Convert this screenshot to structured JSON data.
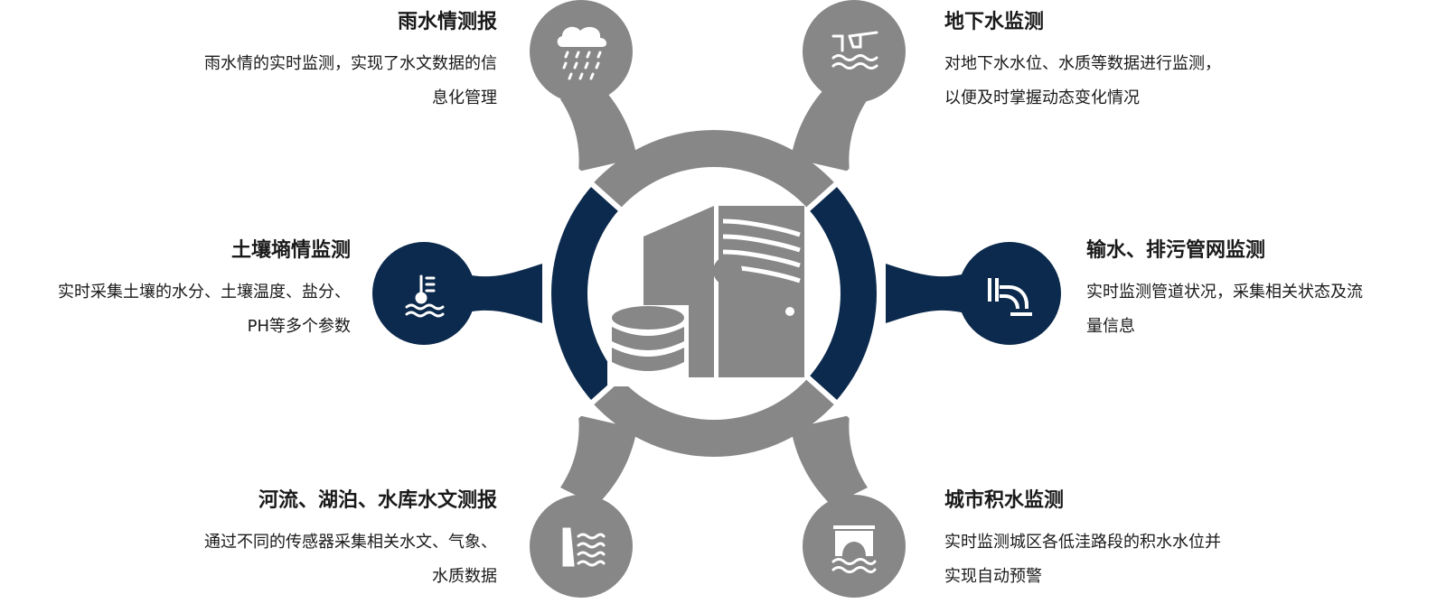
{
  "colors": {
    "gray": "#878787",
    "navy": "#0c2a4d",
    "white": "#ffffff",
    "text": "#1a1a1a"
  },
  "center": {
    "icon": "server-database-icon"
  },
  "nodes": [
    {
      "id": "rain",
      "title": "雨水情测报",
      "desc_lines": [
        "雨水情的实时监测，实现了水文数据的信",
        "息化管理"
      ],
      "icon": "rain-cloud-icon",
      "color": "gray"
    },
    {
      "id": "groundwater",
      "title": "地下水监测",
      "desc_lines": [
        "对地下水水位、水质等数据进行监测，",
        "以便及时掌握动态变化情况"
      ],
      "icon": "well-water-icon",
      "color": "gray"
    },
    {
      "id": "soil",
      "title": "土壤墒情监测",
      "desc_lines": [
        "实时采集土壤的水分、土壤温度、盐分、",
        "PH等多个参数"
      ],
      "icon": "water-temperature-icon",
      "color": "navy"
    },
    {
      "id": "pipe",
      "title": "输水、排污管网监测",
      "desc_lines": [
        "实时监测管道状况，采集相关状态及流",
        "量信息"
      ],
      "icon": "pipe-outlet-icon",
      "color": "navy"
    },
    {
      "id": "river",
      "title": "河流、湖泊、水库水文测报",
      "desc_lines": [
        "通过不同的传感器采集相关水文、气象、",
        "水质数据"
      ],
      "icon": "dam-waves-icon",
      "color": "gray"
    },
    {
      "id": "urban",
      "title": "城市积水监测",
      "desc_lines": [
        "实时监测城区各低洼路段的积水水位并",
        "实现自动预警"
      ],
      "icon": "flooded-bridge-icon",
      "color": "gray"
    }
  ]
}
